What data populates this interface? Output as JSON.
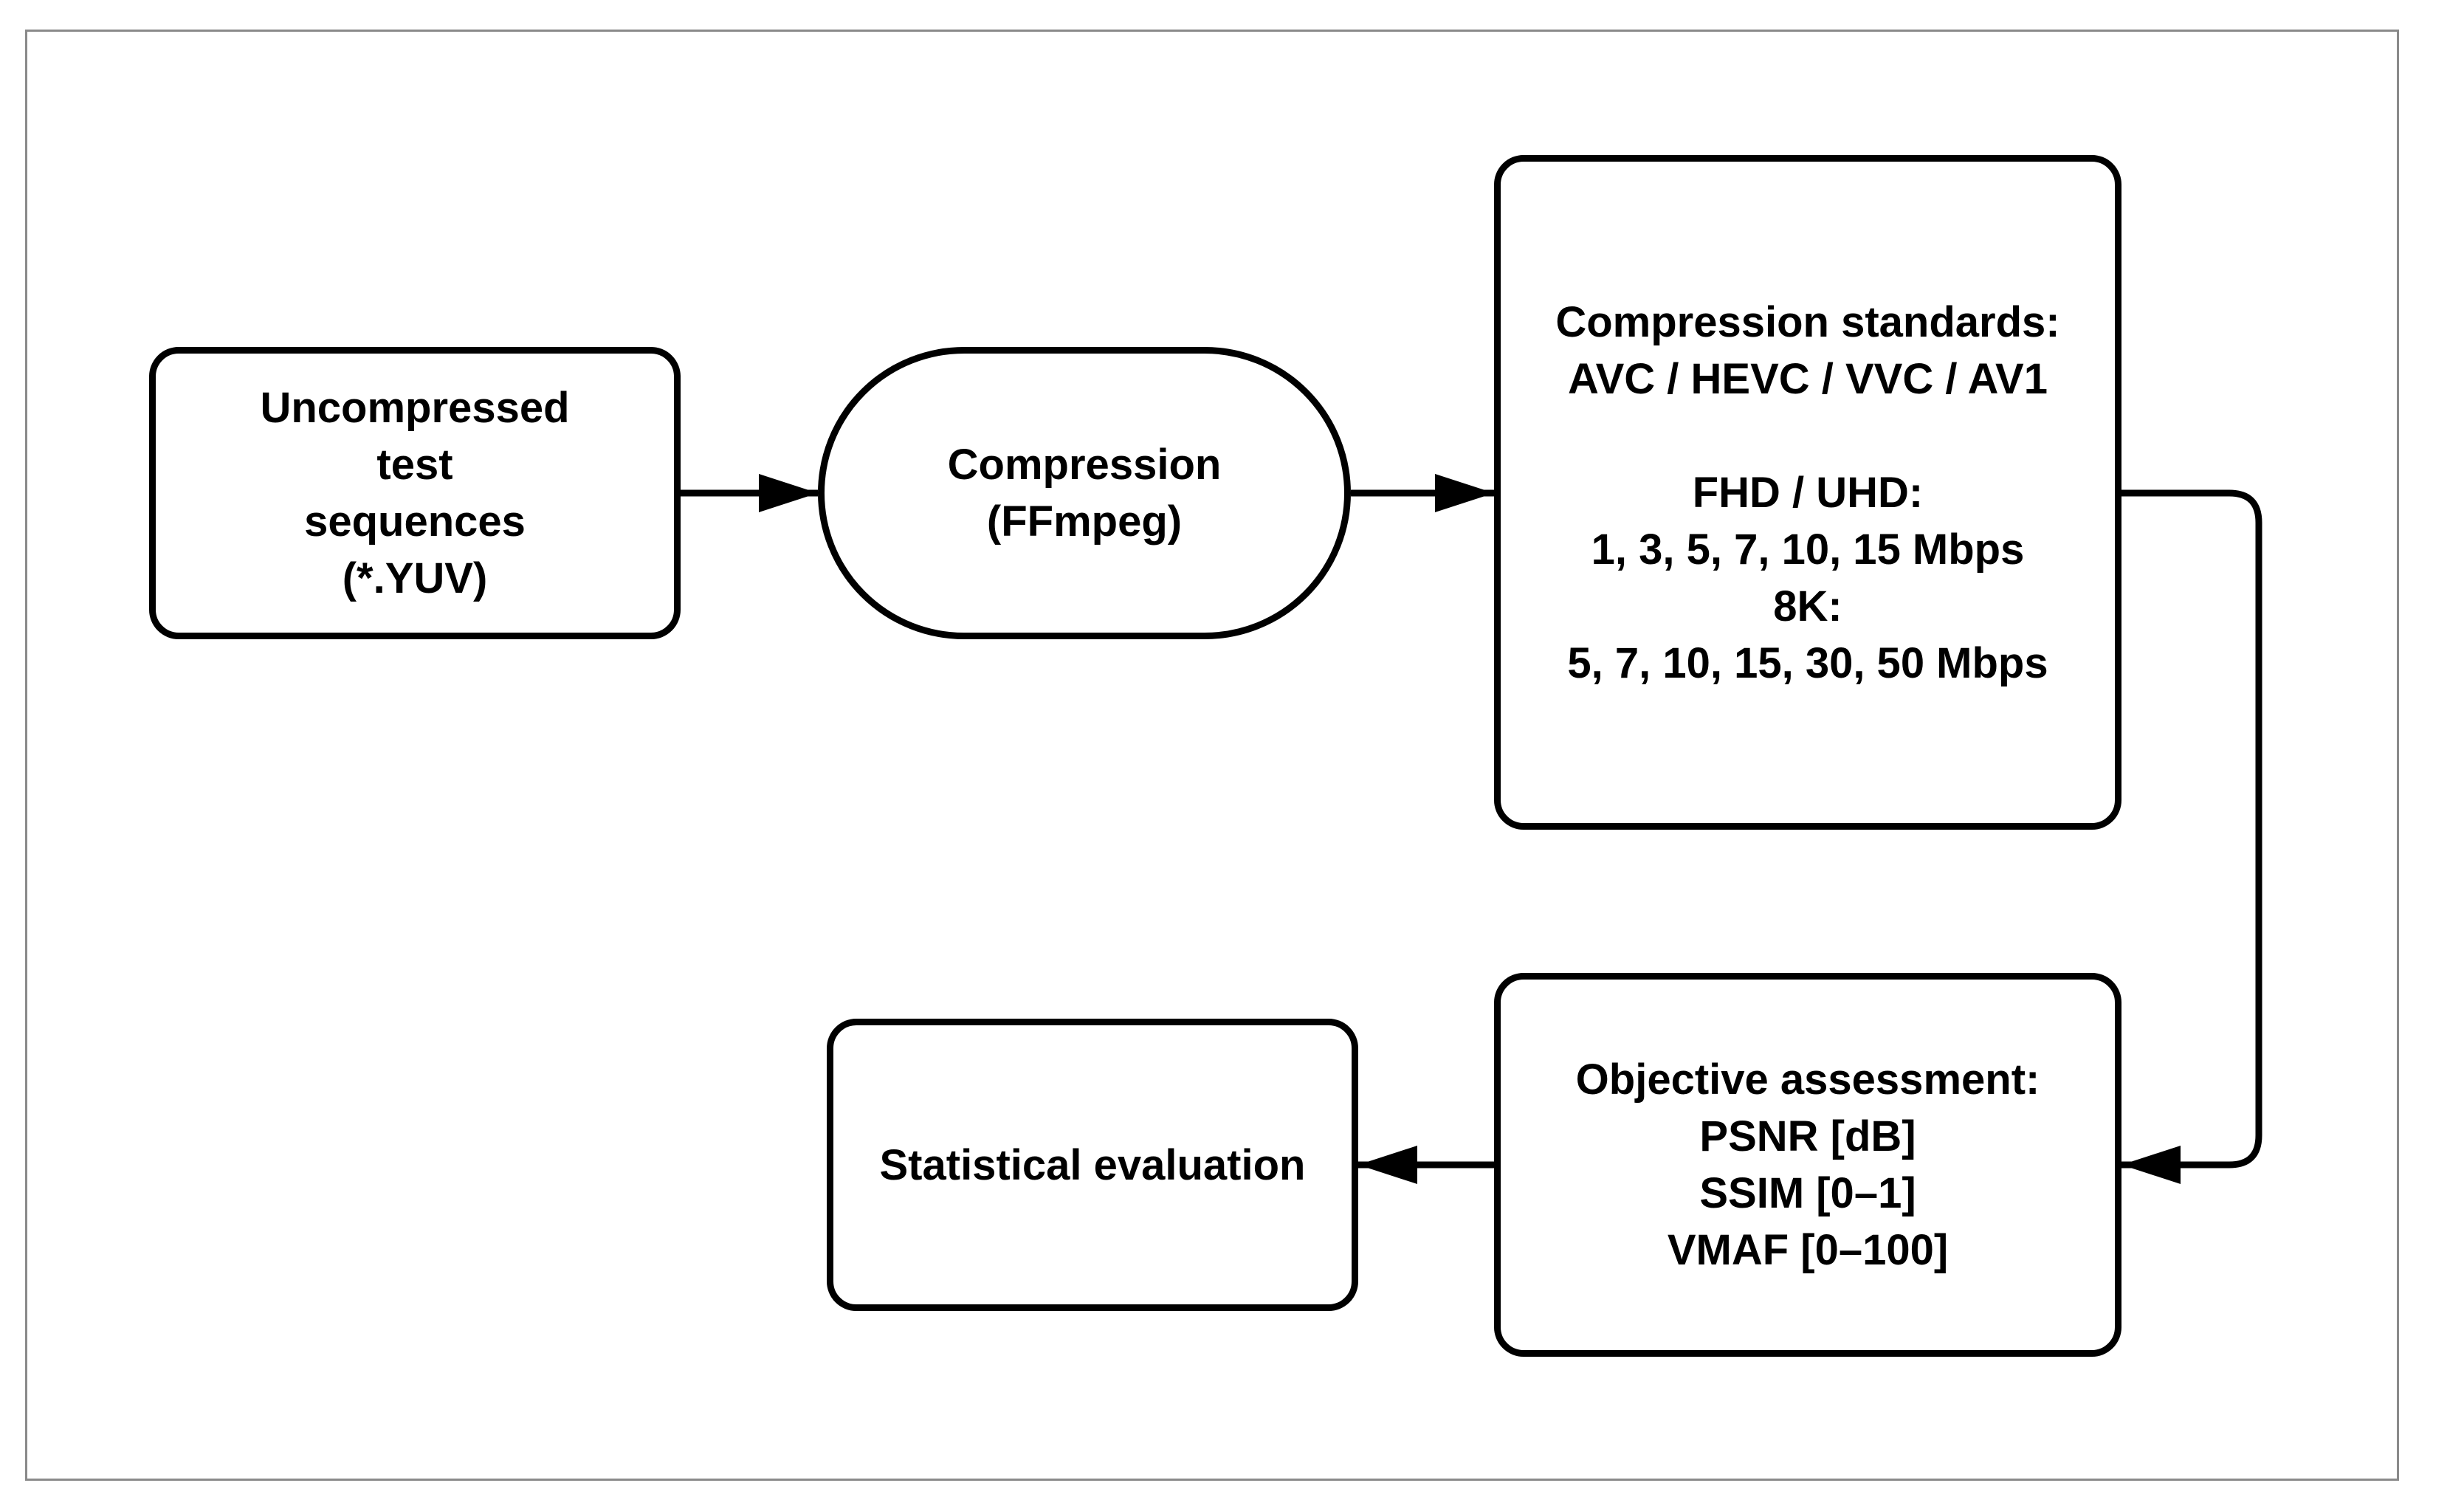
{
  "diagram": {
    "nodes": {
      "input": {
        "lines": [
          "Uncompressed",
          "test",
          "sequences",
          "(*.YUV)"
        ]
      },
      "compression": {
        "lines": [
          "Compression",
          "(FFmpeg)"
        ]
      },
      "standards": {
        "title_lines": [
          "Compression standards:",
          "AVC / HEVC / VVC / AV1"
        ],
        "fhd_uhd_label": "FHD / UHD:",
        "fhd_uhd_rates": "1, 3, 5, 7, 10, 15 Mbps",
        "eightk_label": "8K:",
        "eightk_rates": "5, 7, 10, 15, 30, 50 Mbps"
      },
      "objective": {
        "lines": [
          "Objective assessment:",
          "PSNR [dB]",
          "SSIM [0–1]",
          "VMAF [0–100]"
        ]
      },
      "statistics": {
        "lines": [
          "Statistical evaluation"
        ]
      }
    },
    "edges": [
      {
        "from": "input",
        "to": "compression"
      },
      {
        "from": "compression",
        "to": "standards"
      },
      {
        "from": "standards",
        "to": "objective"
      },
      {
        "from": "objective",
        "to": "statistics"
      }
    ]
  }
}
